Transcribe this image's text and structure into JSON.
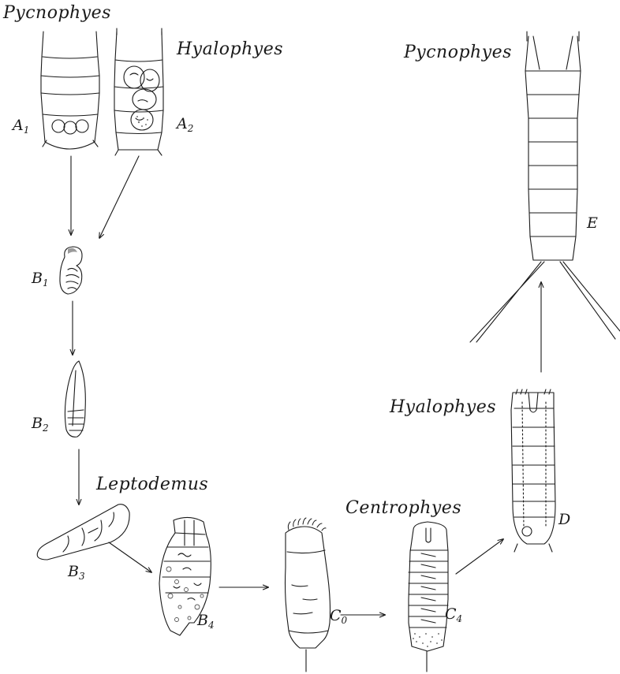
{
  "colors": {
    "ink": "#1a1a1a",
    "paper": "#ffffff",
    "shade": "#9a9a9a"
  },
  "genus_labels": {
    "pycnophyes_a": "Pycnophyes",
    "hyalophyes_a": "Hyalophyes",
    "pycnophyes_e": "Pycnophyes",
    "hyalophyes_d": "Hyalophyes",
    "leptodemus": "Leptodemus",
    "centrophyes": "Centrophyes"
  },
  "stage_labels": {
    "a1": {
      "letter": "A",
      "sub": "1"
    },
    "a2": {
      "letter": "A",
      "sub": "2"
    },
    "b1": {
      "letter": "B",
      "sub": "1"
    },
    "b2": {
      "letter": "B",
      "sub": "2"
    },
    "b3": {
      "letter": "B",
      "sub": "3"
    },
    "b4": {
      "letter": "B",
      "sub": "4"
    },
    "c0": {
      "letter": "C",
      "sub": "0"
    },
    "c4": {
      "letter": "C",
      "sub": "4"
    },
    "d": {
      "letter": "D",
      "sub": ""
    },
    "e": {
      "letter": "E",
      "sub": ""
    }
  }
}
